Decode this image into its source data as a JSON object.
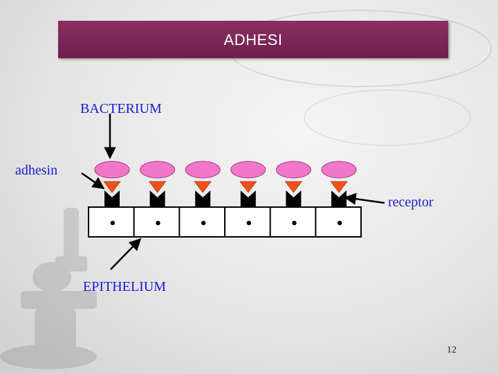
{
  "slide": {
    "title": "ADHESI",
    "page_number": "12"
  },
  "labels": {
    "bacterium": "BACTERIUM",
    "adhesin": "adhesin",
    "receptor": "receptor",
    "epithelium": "EPITHELIUM"
  },
  "diagram": {
    "unit_count": 6,
    "colors": {
      "label_text": "#1a1ad0",
      "title_bar": "#7a2556",
      "bacterium_fill": "#f377c9",
      "receptor_triangle": "#f0501c",
      "receptor_stalk": "#000000",
      "cell_fill": "#ffffff",
      "arrow": "#000000"
    }
  }
}
